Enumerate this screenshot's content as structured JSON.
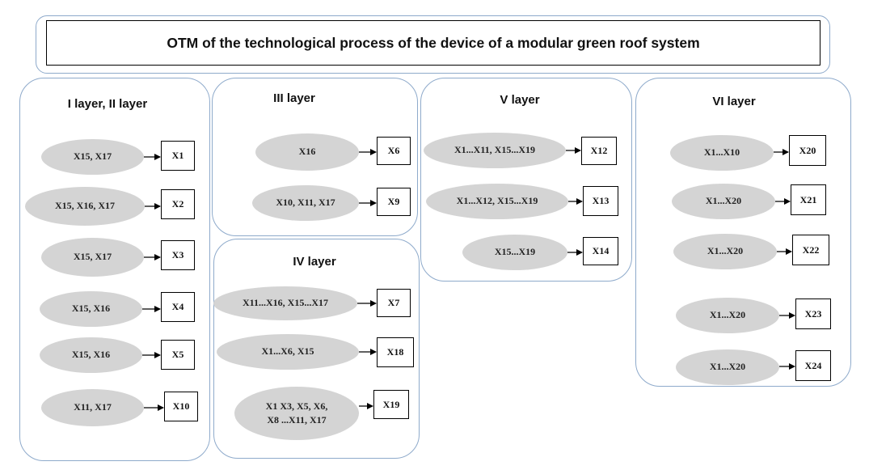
{
  "title": "OTM of the technological process of the device of a modular green roof system",
  "layers": [
    {
      "title": "I layer, II layer",
      "items": [
        {
          "inputs": "X15, X17",
          "output": "X1"
        },
        {
          "inputs": "X15, X16, X17",
          "output": "X2"
        },
        {
          "inputs": "X15, X17",
          "output": "X3"
        },
        {
          "inputs": "X15, X16",
          "output": "X4"
        },
        {
          "inputs": "X15, X16",
          "output": "X5"
        },
        {
          "inputs": "X11, X17",
          "output": "X10"
        }
      ]
    },
    {
      "title": "III layer",
      "items": [
        {
          "inputs": "X16",
          "output": "X6"
        },
        {
          "inputs": "X10, X11, X17",
          "output": "X9"
        }
      ]
    },
    {
      "title": "IV layer",
      "items": [
        {
          "inputs": "X11...X16, X15...X17",
          "output": "X7"
        },
        {
          "inputs": "X1...X6, X15",
          "output": "X18"
        },
        {
          "inputs": "X1 X3, X5, X6,",
          "inputs2": "X8 ...X11, X17",
          "output": "X19"
        }
      ]
    },
    {
      "title": "V layer",
      "items": [
        {
          "inputs": "X1...X11, X15...X19",
          "output": "X12"
        },
        {
          "inputs": "X1...X12, X15...X19",
          "output": "X13"
        },
        {
          "inputs": "X15...X19",
          "output": "X14"
        }
      ]
    },
    {
      "title": "VI layer",
      "items": [
        {
          "inputs": "X1...X10",
          "output": "X20"
        },
        {
          "inputs": "X1...X20",
          "output": "X21"
        },
        {
          "inputs": "X1...X20",
          "output": "X22"
        },
        {
          "inputs": "X1...X20",
          "output": "X23"
        },
        {
          "inputs": "X1...X20",
          "output": "X24"
        }
      ]
    }
  ],
  "colors": {
    "panel_border": "#8eaacb",
    "ellipse_fill": "#d4d4d4",
    "arrow": "#000000"
  }
}
